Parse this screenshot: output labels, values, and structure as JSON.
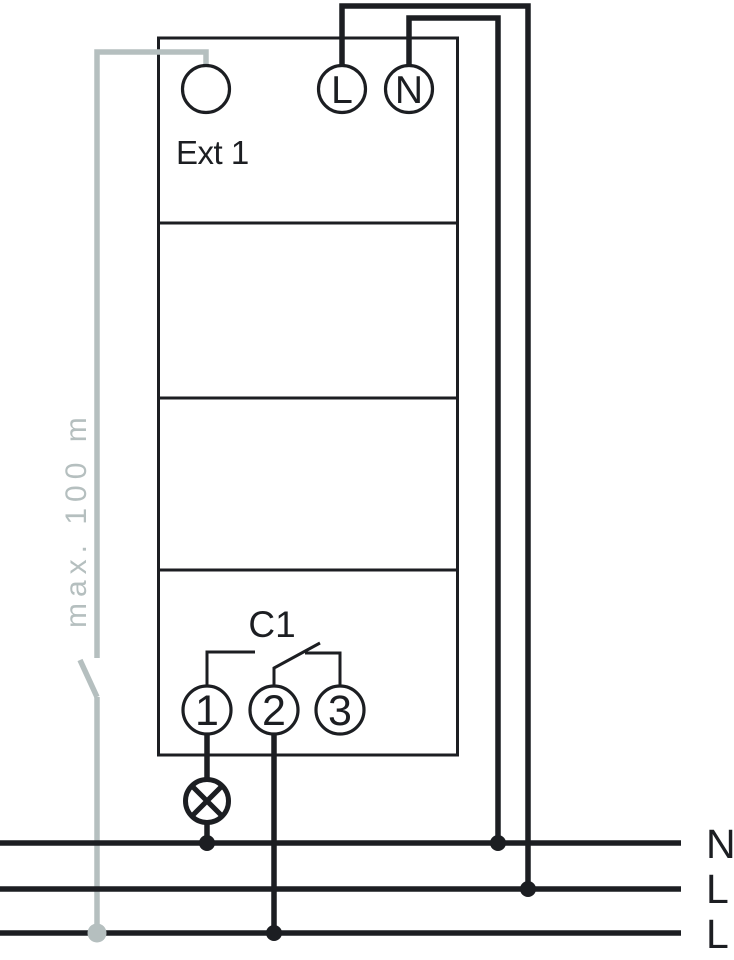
{
  "colors": {
    "line_black": "#1c1e22",
    "wire_gray": "#b5bfbf",
    "background": "#ffffff"
  },
  "device": {
    "ext_label": "Ext 1",
    "channel_label": "C1",
    "terminals_top": [
      {
        "name": "ext1",
        "label": ""
      },
      {
        "name": "line",
        "label": "L"
      },
      {
        "name": "neutral",
        "label": "N"
      }
    ],
    "terminals_bottom": [
      {
        "label": "1"
      },
      {
        "label": "2"
      },
      {
        "label": "3"
      }
    ]
  },
  "bus": {
    "labels": [
      "N",
      "L",
      "L"
    ]
  },
  "annotations": {
    "max_cable_length": "max. 100 m"
  },
  "icons": {
    "lamp": "lamp-icon",
    "external_push_button": "push-button-icon",
    "relay_changeover_contact": "relay-contact-icon"
  }
}
